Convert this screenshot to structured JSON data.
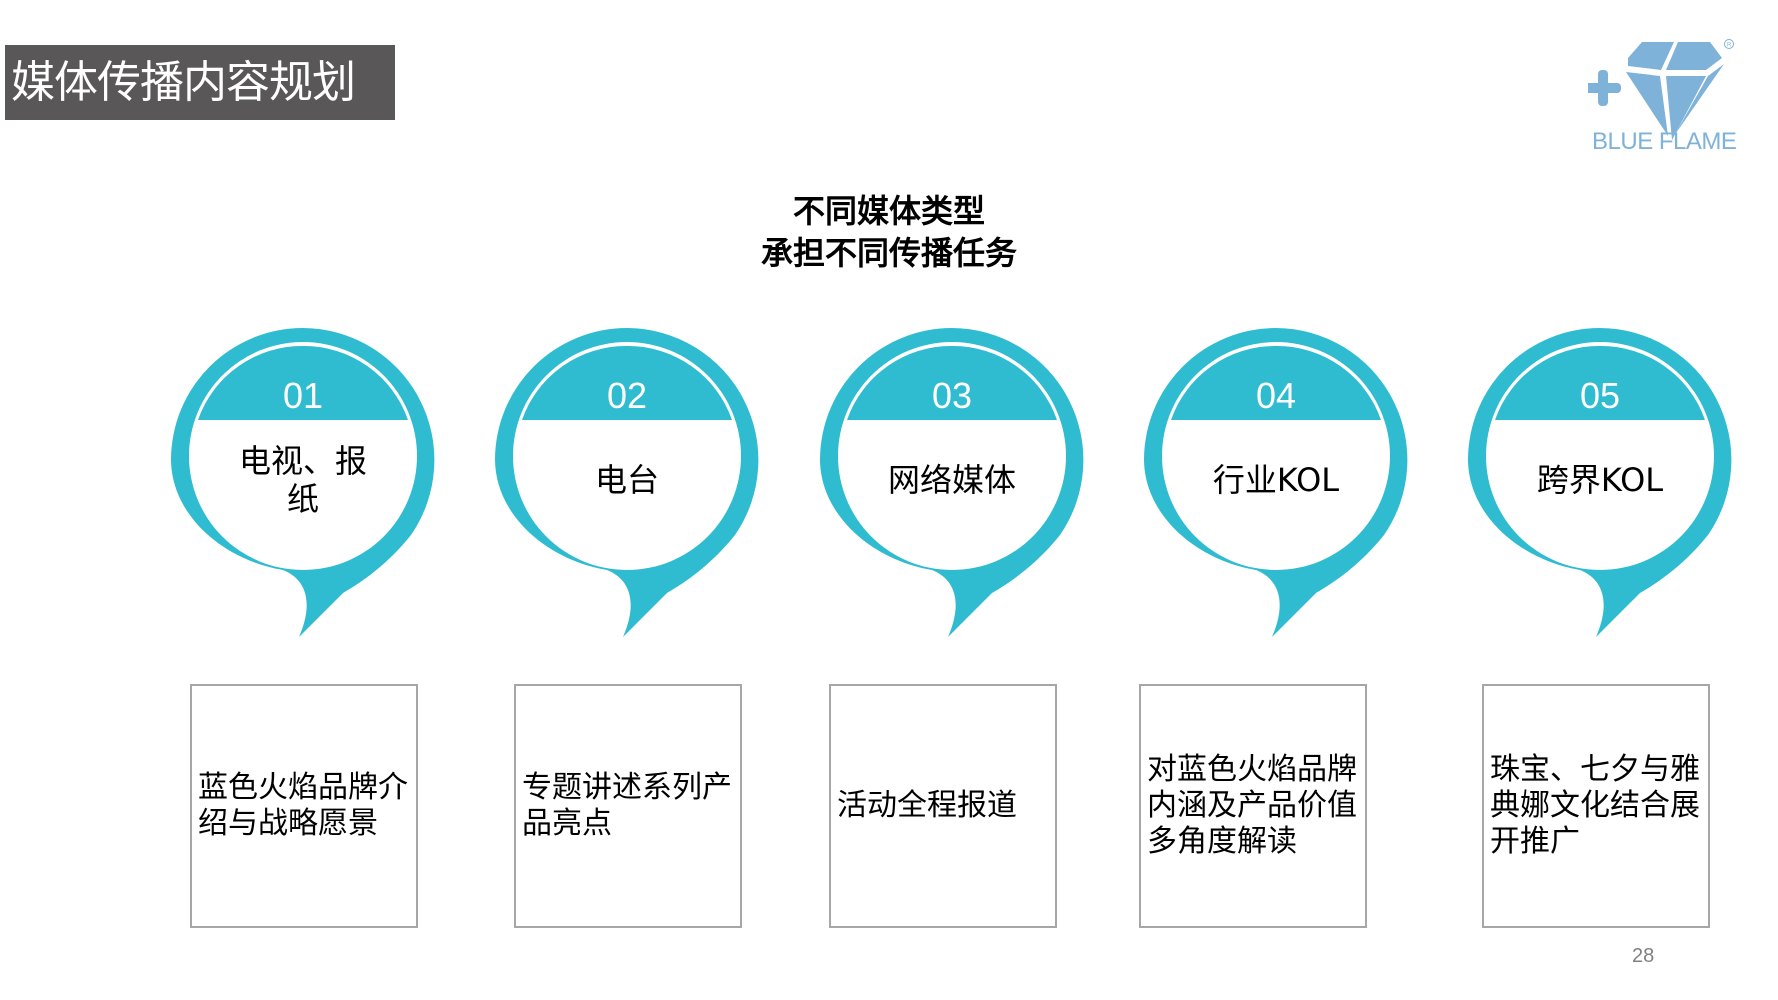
{
  "header": {
    "title": "媒体传播内容规划"
  },
  "logo": {
    "brand_text": "BLUE FLAME",
    "registered_mark": "®",
    "colors": {
      "logo_blue": "#7fb2d9"
    }
  },
  "heading": {
    "line1": "不同媒体类型",
    "line2": "承担不同传播任务"
  },
  "colors": {
    "balloon_teal": "#2fbcd1",
    "title_bar_bg": "#595757",
    "box_border": "#a6a6a6"
  },
  "media_types": [
    {
      "number": "01",
      "label": "电视、报纸",
      "task": "蓝色火焰品牌介绍与战略愿景"
    },
    {
      "number": "02",
      "label": "电台",
      "task": "专题讲述系列产品亮点"
    },
    {
      "number": "03",
      "label": "网络媒体",
      "task": "活动全程报道"
    },
    {
      "number": "04",
      "label": "行业KOL",
      "task": "对蓝色火焰品牌内涵及产品价值多角度解读"
    },
    {
      "number": "05",
      "label": "跨界KOL",
      "task": "珠宝、七夕与雅典娜文化结合展开推广"
    }
  ],
  "footer": {
    "page_number": "28"
  }
}
